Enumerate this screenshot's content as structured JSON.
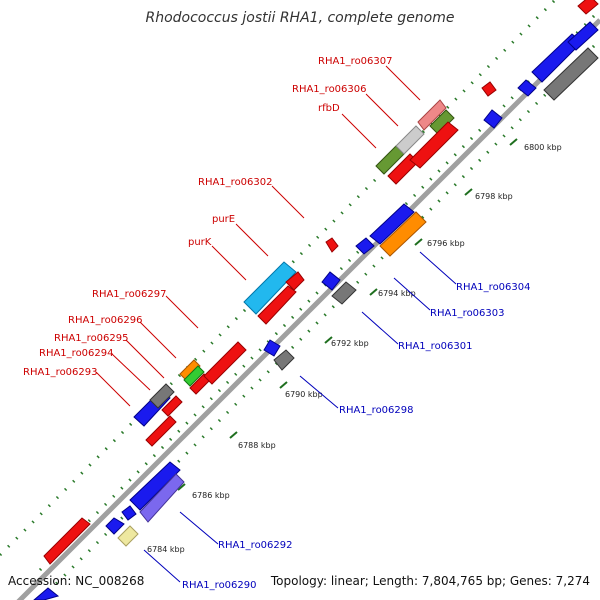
{
  "title": "Rhodococcus jostii RHA1, complete genome",
  "footer": {
    "accession": "Accession: NC_008268",
    "summary": "Topology: linear; Length: 7,804,765 bp; Genes: 7,274"
  },
  "colors": {
    "backbone": "#888888",
    "forward_label": "#cc0000",
    "reverse_label": "#0000bb",
    "tick": "#2a7a2a"
  },
  "scale_ticks": [
    "6784 kbp",
    "6786 kbp",
    "6788 kbp",
    "6790 kbp",
    "6792 kbp",
    "6794 kbp",
    "6796 kbp",
    "6798 kbp",
    "6800 kbp"
  ],
  "forward_gene_labels": [
    "RHA1_ro06307",
    "RHA1_ro06306",
    "rfbD",
    "RHA1_ro06302",
    "purE",
    "purK",
    "RHA1_ro06297",
    "RHA1_ro06296",
    "RHA1_ro06295",
    "RHA1_ro06294",
    "RHA1_ro06293"
  ],
  "reverse_gene_labels": [
    "RHA1_ro06304",
    "RHA1_ro06303",
    "RHA1_ro06301",
    "RHA1_ro06298",
    "RHA1_ro06292",
    "RHA1_ro06290"
  ]
}
